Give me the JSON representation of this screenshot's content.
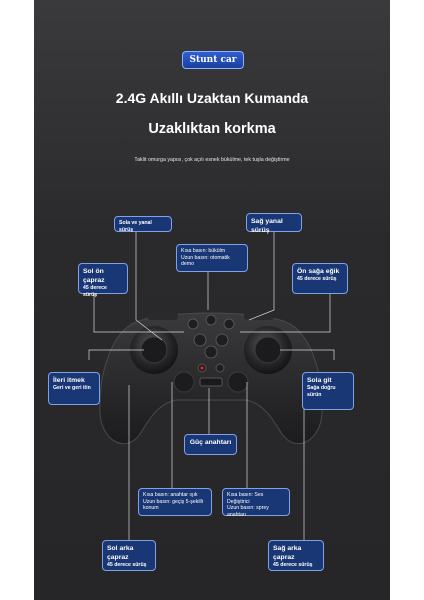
{
  "badge": {
    "label": "Stunt car"
  },
  "headline": {
    "title": "2.4G Akıllı Uzaktan Kumanda",
    "subtitle": "Uzaklıktan korkma",
    "description": "Taklit omurga yapısı, çok açılı esnek bükülme, tek tuşla değiştirme"
  },
  "callouts": {
    "left_side_drive": "Sola ve yanal sürüş",
    "right_side_drive": "Sağ yanal sürüş",
    "short_press_line1": "Kısa basın: bükülm",
    "short_press_line2": "Uzun basın: otomatik demo",
    "front_left_diag_1": "Sol ön çapraz",
    "front_left_diag_2": "45 derece",
    "front_left_diag_3": "sürüş",
    "front_right_tilt_1": "Ön sağa eğik",
    "front_right_tilt_2": "45 derece sürüş",
    "forward_1": "İleri itmek",
    "forward_2": "Geri ve geri itin",
    "go_left_1": "Sola git",
    "go_left_2": "Sağa doğru",
    "go_left_3": "sürün",
    "power": "Güç anahtarı",
    "light_1": "Kısa basın: anahtar ışık",
    "light_2": "Uzun basın: geçiş 5-şekilli",
    "light_3": "konum",
    "sound_1": "Kısa basın: Ses Değiştirici",
    "sound_2": "Uzun basın: sprey",
    "sound_3": "anahtarı",
    "rear_left_1": "Sol arka çapraz",
    "rear_left_2": "45 derece sürüş",
    "rear_right_1": "Sağ arka çapraz",
    "rear_right_2": "45 derece sürüş"
  },
  "colors": {
    "panel": "#2c2c2e",
    "callout_bg": "#1a3775",
    "callout_border": "#7fa2e6",
    "badge": "#2552c4"
  }
}
